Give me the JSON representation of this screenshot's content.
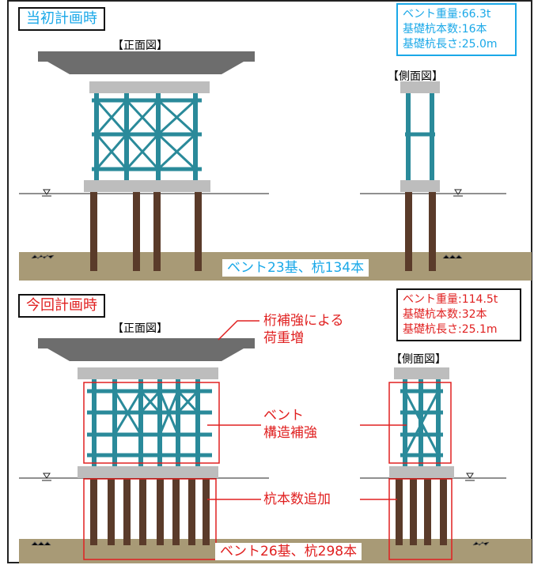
{
  "top": {
    "title": "当初計画時",
    "front_view_label": "【正面図】",
    "side_view_label": "【側面図】",
    "info": [
      "ベント重量:66.3t",
      "基礎杭本数:16本",
      "基礎杭長さ:25.0m"
    ],
    "bottom_label": "ベント23基、杭134本"
  },
  "bottom": {
    "title": "今回計画時",
    "front_view_label": "【正面図】",
    "side_view_label": "【側面図】",
    "info": [
      "ベント重量:114.5t",
      "基礎杭本数:32本",
      "基礎杭長さ:25.1m"
    ],
    "bottom_label": "ベント26基、杭298本",
    "annotations": {
      "girder": [
        "桁補強による",
        "荷重増"
      ],
      "bent": [
        "ベント",
        "構造補強"
      ],
      "piles": "杭本数追加"
    }
  },
  "colors": {
    "accent_blue": "#1aa8e8",
    "accent_red": "#e02020",
    "steel_teal": "#2a8a9a",
    "pile_brown": "#5a3b2a",
    "ground": "#a89a76",
    "girder": "#6d6d6d",
    "beam_gray": "#bdbdbd"
  },
  "icons": [
    "water-level-icon",
    "ground-hatch-icon"
  ]
}
